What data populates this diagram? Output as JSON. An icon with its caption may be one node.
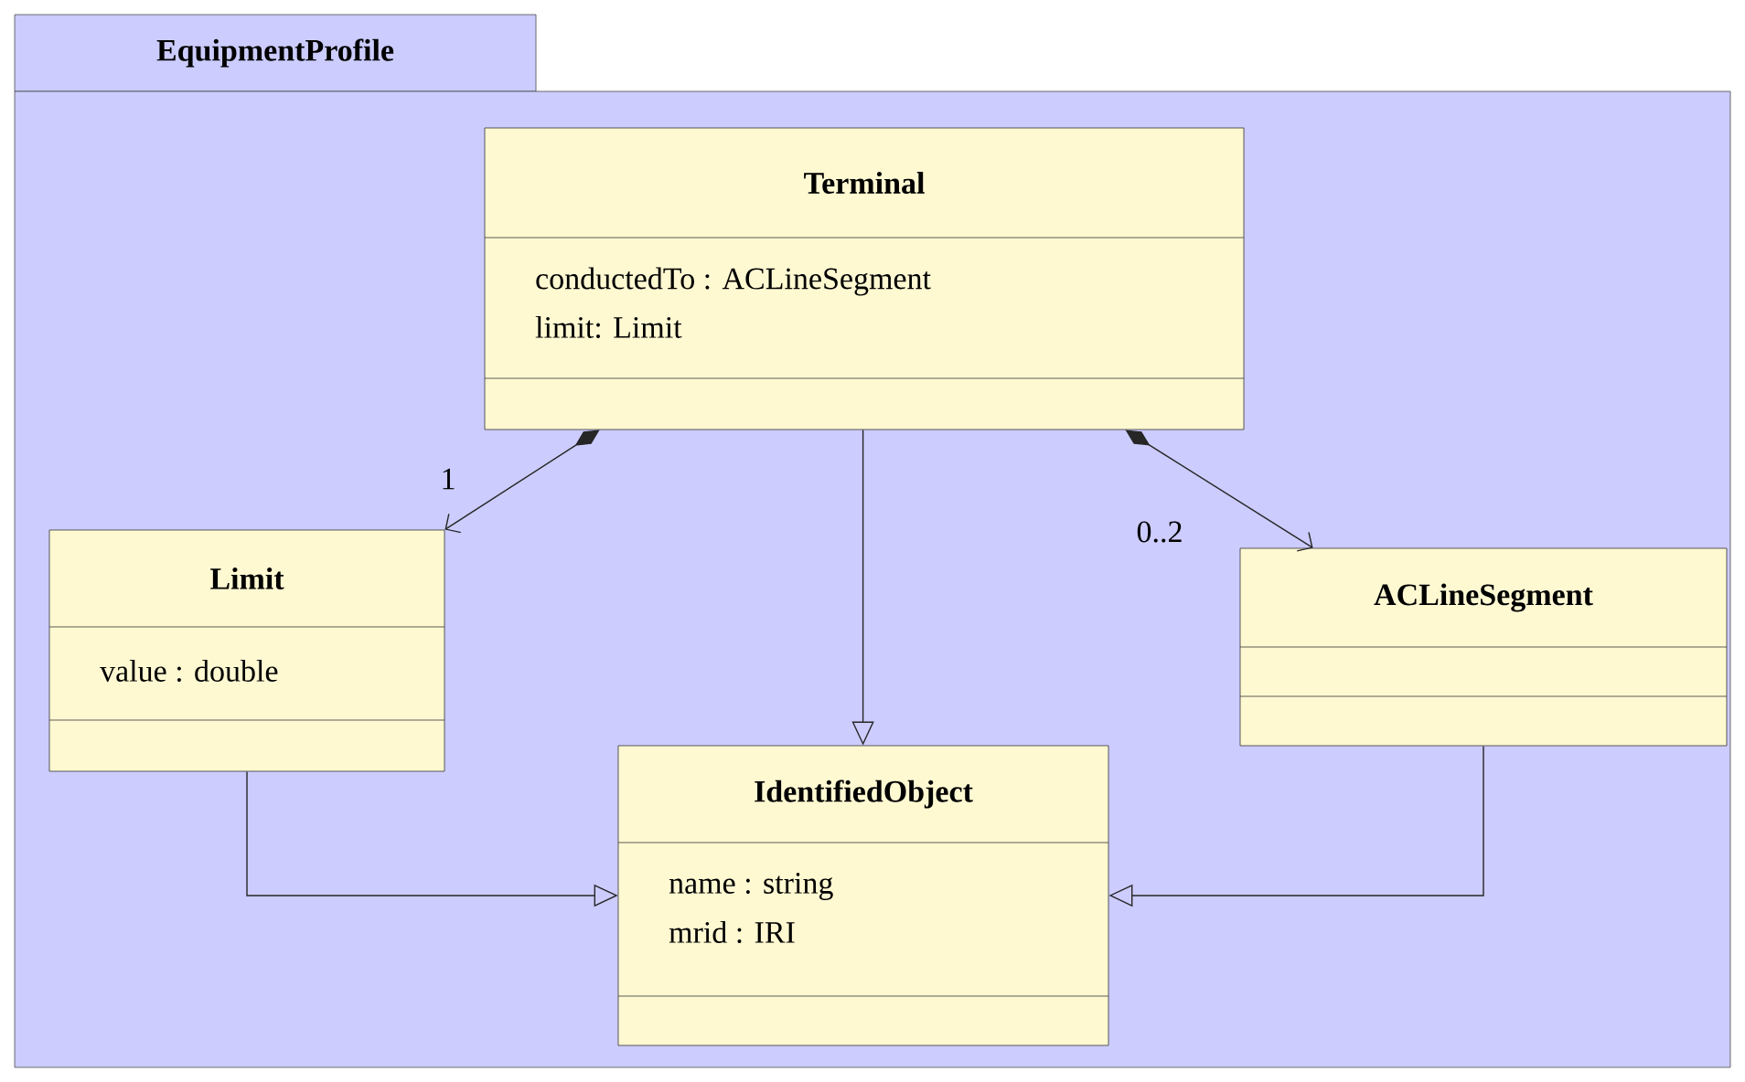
{
  "diagram": {
    "nodes": [
      {
        "text": [
          "EquipmentProfile"
        ]
      },
      {
        "text": [
          "Terminal",
          "conductedTo : ACLineSegment",
          "limit: Limit"
        ],
        "in": 0
      },
      {
        "text": [
          "Limit",
          "value : double"
        ],
        "in": 0
      },
      {
        "text": [
          "ACLineSegment"
        ],
        "in": 0
      },
      {
        "text": [
          "IdentifiedObject",
          "name : string",
          "mrid : IRI"
        ],
        "in": 0
      }
    ],
    "edges": [
      {
        "from": 1,
        "to": 2,
        "arrow": "to",
        "label": "1"
      },
      {
        "from": 1,
        "to": 3,
        "arrow": "to",
        "label": "0..2"
      },
      {
        "from": 1,
        "to": 4,
        "arrow": "to"
      },
      {
        "from": 2,
        "to": 4,
        "arrow": "to"
      },
      {
        "from": 3,
        "to": 4,
        "arrow": "to"
      }
    ]
  }
}
